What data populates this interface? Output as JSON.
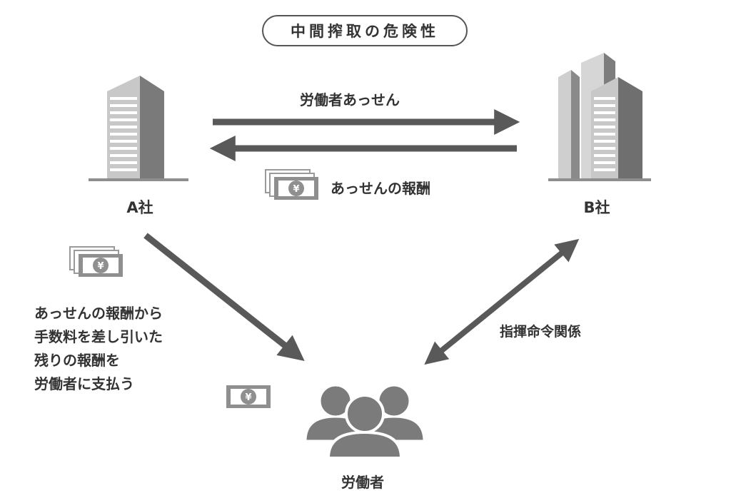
{
  "title": "中間搾取の危険性",
  "nodes": {
    "company_a": "A社",
    "company_b": "B社",
    "worker": "労働者"
  },
  "edges": {
    "dispatch": "労働者あっせん",
    "fee": "あっせんの報酬",
    "command": "指揮命令関係"
  },
  "note_lines": [
    "あっせんの報酬から",
    "手数料を差し引いた",
    "残りの報酬を",
    "労働者に支払う"
  ],
  "money_symbol": "¥",
  "colors": {
    "primary_gray": "#6b6b6b",
    "light_gray": "#a8a8a8",
    "text": "#333333"
  },
  "icons": [
    "building-icon",
    "buildings-icon",
    "money-stack-icon",
    "money-icon",
    "people-icon"
  ]
}
